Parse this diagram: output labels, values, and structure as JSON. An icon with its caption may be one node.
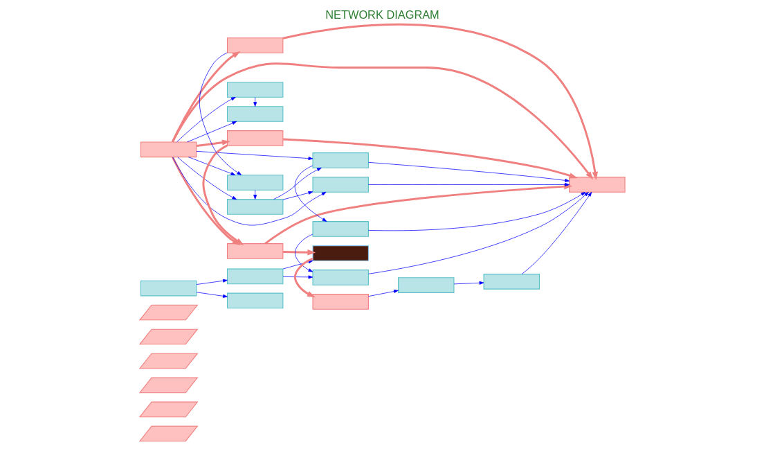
{
  "diagram": {
    "title": "NETWORK DIAGRAM",
    "nodes": [
      {
        "text": [],
        "shape": "parallelogram"
      },
      {
        "text": [],
        "shape": "parallelogram"
      },
      {
        "text": [],
        "shape": "parallelogram"
      },
      {
        "text": [],
        "shape": "parallelogram"
      },
      {
        "text": [],
        "shape": "parallelogram"
      },
      {
        "text": [],
        "shape": "parallelogram"
      },
      {
        "text": [],
        "shape": "box"
      },
      {
        "text": [],
        "shape": "box"
      },
      {
        "text": [],
        "shape": "box"
      },
      {
        "text": [],
        "shape": "box"
      },
      {
        "text": [],
        "shape": "box"
      },
      {
        "text": [],
        "shape": "box"
      },
      {
        "text": [],
        "shape": "box"
      },
      {
        "text": [],
        "shape": "box"
      },
      {
        "text": [],
        "shape": "box"
      },
      {
        "text": [],
        "shape": "box"
      },
      {
        "text": [],
        "shape": "box"
      },
      {
        "text": [],
        "shape": "box"
      },
      {
        "text": [],
        "shape": "box"
      },
      {
        "text": [],
        "shape": "box"
      },
      {
        "text": [],
        "shape": "box"
      },
      {
        "text": [],
        "shape": "box"
      },
      {
        "text": [],
        "shape": "box"
      },
      {
        "text": [],
        "shape": "box"
      },
      {
        "text": [],
        "shape": "box"
      },
      {
        "text": [],
        "shape": "box"
      }
    ],
    "edges": [
      {
        "from": 6,
        "to": 25,
        "arrow": "to",
        "style": "thick",
        "color": "#f08080"
      },
      {
        "from": 6,
        "to": 7,
        "arrow": "to",
        "style": "thick",
        "color": "#f08080"
      },
      {
        "from": 6,
        "to": 8,
        "arrow": "to",
        "style": "thick",
        "color": "#f08080"
      },
      {
        "from": 7,
        "to": 8,
        "arrow": "to",
        "style": "thick",
        "color": "#f08080"
      },
      {
        "from": 7,
        "to": 25,
        "arrow": "to",
        "style": "thick",
        "color": "#f08080"
      },
      {
        "from": 8,
        "to": 25,
        "arrow": "to",
        "style": "thick",
        "color": "#f08080"
      },
      {
        "from": 6,
        "to": 11,
        "arrow": "to",
        "style": "thick",
        "color": "#f08080"
      },
      {
        "from": 11,
        "to": 25,
        "arrow": "to",
        "style": "thick",
        "color": "#f08080"
      },
      {
        "from": 8,
        "to": 20,
        "arrow": "to",
        "style": "thick",
        "color": "#f08080"
      },
      {
        "from": 20,
        "to": 22,
        "arrow": "to",
        "style": "thick",
        "color": "#f08080"
      },
      {
        "from": 6,
        "to": 9,
        "arrow": "to"
      },
      {
        "from": 6,
        "to": 10,
        "arrow": "to"
      },
      {
        "from": 6,
        "to": 12,
        "arrow": "to"
      },
      {
        "from": 6,
        "to": 13,
        "arrow": "to"
      },
      {
        "from": 6,
        "to": 14,
        "arrow": "to"
      },
      {
        "from": 6,
        "to": 15,
        "arrow": "to"
      },
      {
        "from": 9,
        "to": 10,
        "arrow": "to"
      },
      {
        "from": 11,
        "to": 12,
        "arrow": "to"
      },
      {
        "from": 12,
        "to": 13,
        "arrow": "to"
      },
      {
        "from": 13,
        "to": 14,
        "arrow": "to"
      },
      {
        "from": 13,
        "to": 15,
        "arrow": "to"
      },
      {
        "from": 15,
        "to": 16,
        "arrow": "to"
      },
      {
        "from": 16,
        "to": 17,
        "arrow": "to"
      },
      {
        "from": 14,
        "to": 25,
        "arrow": "to"
      },
      {
        "from": 15,
        "to": 25,
        "arrow": "to"
      },
      {
        "from": 16,
        "to": 25,
        "arrow": "to"
      },
      {
        "from": 17,
        "to": 25,
        "arrow": "to"
      },
      {
        "from": 18,
        "to": 19,
        "arrow": "to"
      },
      {
        "from": 18,
        "to": 21,
        "arrow": "to"
      },
      {
        "from": 19,
        "to": 20,
        "arrow": "to"
      },
      {
        "from": 19,
        "to": 17,
        "arrow": "to"
      },
      {
        "from": 22,
        "to": 23,
        "arrow": "to"
      },
      {
        "from": 23,
        "to": 24,
        "arrow": "to"
      },
      {
        "from": 24,
        "to": 25,
        "arrow": "to"
      }
    ]
  }
}
